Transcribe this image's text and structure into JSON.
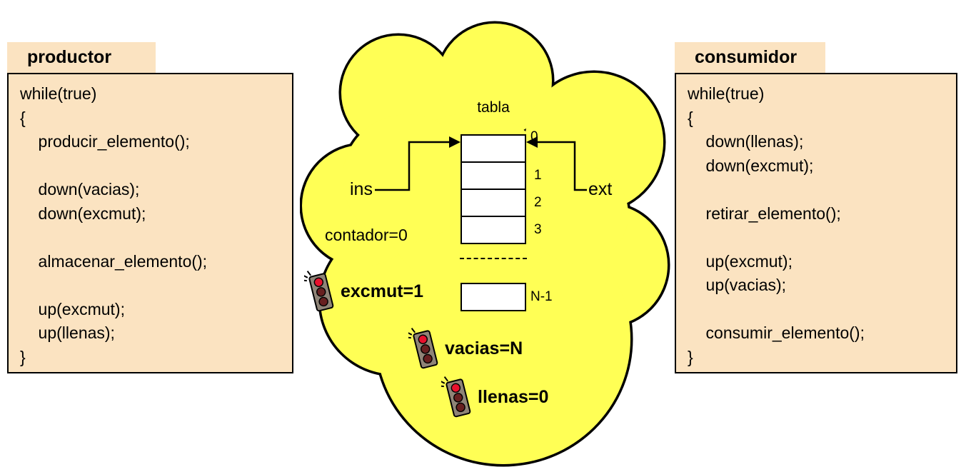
{
  "producer": {
    "title": "productor",
    "code": [
      "while(true)",
      "{",
      "    producir_elemento();",
      "",
      "    down(vacias);",
      "    down(excmut);",
      "",
      "    almacenar_elemento();",
      "",
      "    up(excmut);",
      "    up(llenas);",
      "}"
    ]
  },
  "consumer": {
    "title": "consumidor",
    "code": [
      "while(true)",
      "{",
      "    down(llenas);",
      "    down(excmut);",
      "",
      "    retirar_elemento();",
      "",
      "    up(excmut);",
      "    up(vacias);",
      "",
      "    consumir_elemento();",
      "}"
    ]
  },
  "buffer": {
    "label": "tabla",
    "insert_pointer_label": "ins",
    "extract_pointer_label": "ext",
    "counter_label": "contador=0",
    "cell_indices": [
      "0",
      "1",
      "2",
      "3"
    ],
    "last_cell_index": "N-1"
  },
  "semaphores": [
    {
      "label": "excmut=1"
    },
    {
      "label": "vacias=N"
    },
    {
      "label": "llenas=0"
    }
  ],
  "colors": {
    "panel_fill": "#FBE3C1",
    "cloud_fill": "#FFFF55",
    "outline": "#000000",
    "cell_fill": "#FFFFFF",
    "light_red": "#E8112D"
  }
}
